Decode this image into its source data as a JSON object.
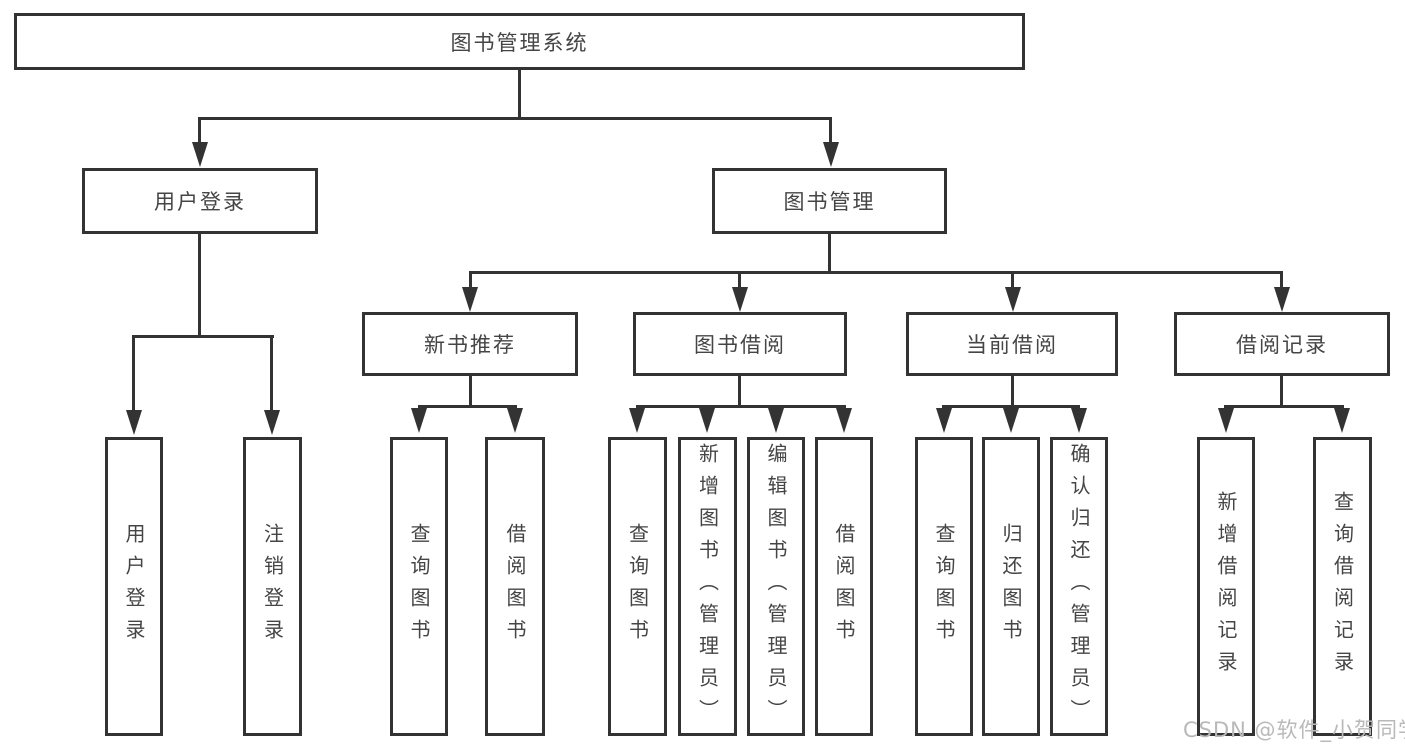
{
  "tree": {
    "root": {
      "label": "图书管理系统",
      "children": [
        {
          "label": "用户登录",
          "children": [
            {
              "label": "用户登录"
            },
            {
              "label": "注销登录"
            }
          ]
        },
        {
          "label": "图书管理",
          "children": [
            {
              "label": "新书推荐",
              "children": [
                {
                  "label": "查询图书"
                },
                {
                  "label": "借阅图书"
                }
              ]
            },
            {
              "label": "图书借阅",
              "children": [
                {
                  "label": "查询图书"
                },
                {
                  "label": "新增图书（管理员）"
                },
                {
                  "label": "编辑图书（管理员）"
                },
                {
                  "label": "借阅图书"
                }
              ]
            },
            {
              "label": "当前借阅",
              "children": [
                {
                  "label": "查询图书"
                },
                {
                  "label": "归还图书"
                },
                {
                  "label": "确认归还（管理员）"
                }
              ]
            },
            {
              "label": "借阅记录",
              "children": [
                {
                  "label": "新增借阅记录"
                },
                {
                  "label": "查询借阅记录"
                }
              ]
            }
          ]
        }
      ]
    }
  },
  "watermark": {
    "text": "CSDN @软件_小贺同学"
  },
  "colors": {
    "line": "#333333",
    "text": "#454545",
    "background": "#ffffff",
    "watermark": "#b9b9b9"
  }
}
